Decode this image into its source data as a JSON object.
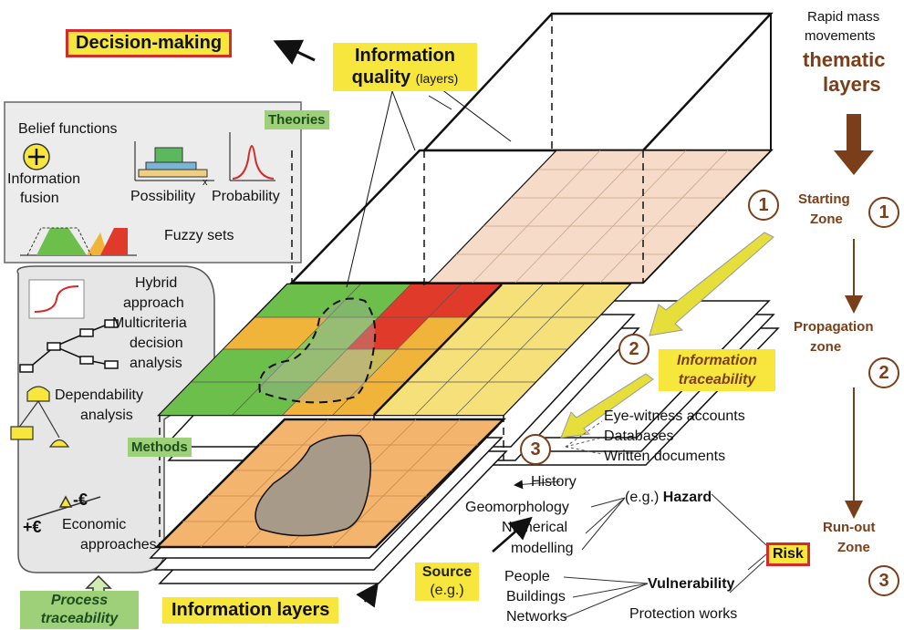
{
  "decision_making": "Decision-making",
  "info_quality": {
    "main": "Information",
    "bold2": "quality",
    "small": "(layers)"
  },
  "theories": {
    "badge": "Theories",
    "belief": "Belief functions",
    "fusion1": "Information",
    "fusion2": "fusion",
    "possibility": "Possibility",
    "x_mark": "x",
    "probability": "Probability",
    "fuzzy": "Fuzzy sets"
  },
  "methods": {
    "badge": "Methods",
    "hybrid1": "Hybrid",
    "hybrid2": "approach",
    "mc1": "Multicriteria",
    "mc2": "decision",
    "mc3": "analysis",
    "dep1": "Dependability",
    "dep2": "analysis",
    "eco1": "Economic",
    "eco2": "approaches",
    "euro_minus": "-€",
    "euro_plus": "+€"
  },
  "process_traceability": [
    "Process",
    "traceability"
  ],
  "information_layers": "Information layers",
  "right_col": {
    "rmm1": "Rapid mass",
    "rmm2": "movements",
    "tl1": "thematic",
    "tl2": "layers",
    "start1": "Starting",
    "start2": "Zone",
    "prop1": "Propagation",
    "prop2": "zone",
    "run1": "Run-out",
    "run2": "Zone",
    "n1": "1",
    "n2": "2",
    "n3": "3"
  },
  "info_traceability": [
    "Information",
    "traceability"
  ],
  "sources": {
    "eyewitness": "Eye-witness accounts",
    "databases": "Databases",
    "written": "Written documents",
    "history": "History",
    "geomorph": "Geomorphology",
    "num1": "Numerical",
    "num2": "modelling",
    "hazard_prefix": "(e.g.)",
    "hazard": "Hazard",
    "people": "People",
    "buildings": "Buildings",
    "networks": "Networks",
    "vulnerability": "Vulnerability",
    "protection": "Protection works",
    "risk": "Risk",
    "source": "Source",
    "source_eg": "(e.g.)"
  },
  "colors": {
    "yellow": "#f7e63b",
    "green_badge": "#9ed07a",
    "brown": "#7a3e1a",
    "red": "#d42a2a",
    "peach": "#f6dcc8",
    "orange_layer": "#f0b060"
  }
}
